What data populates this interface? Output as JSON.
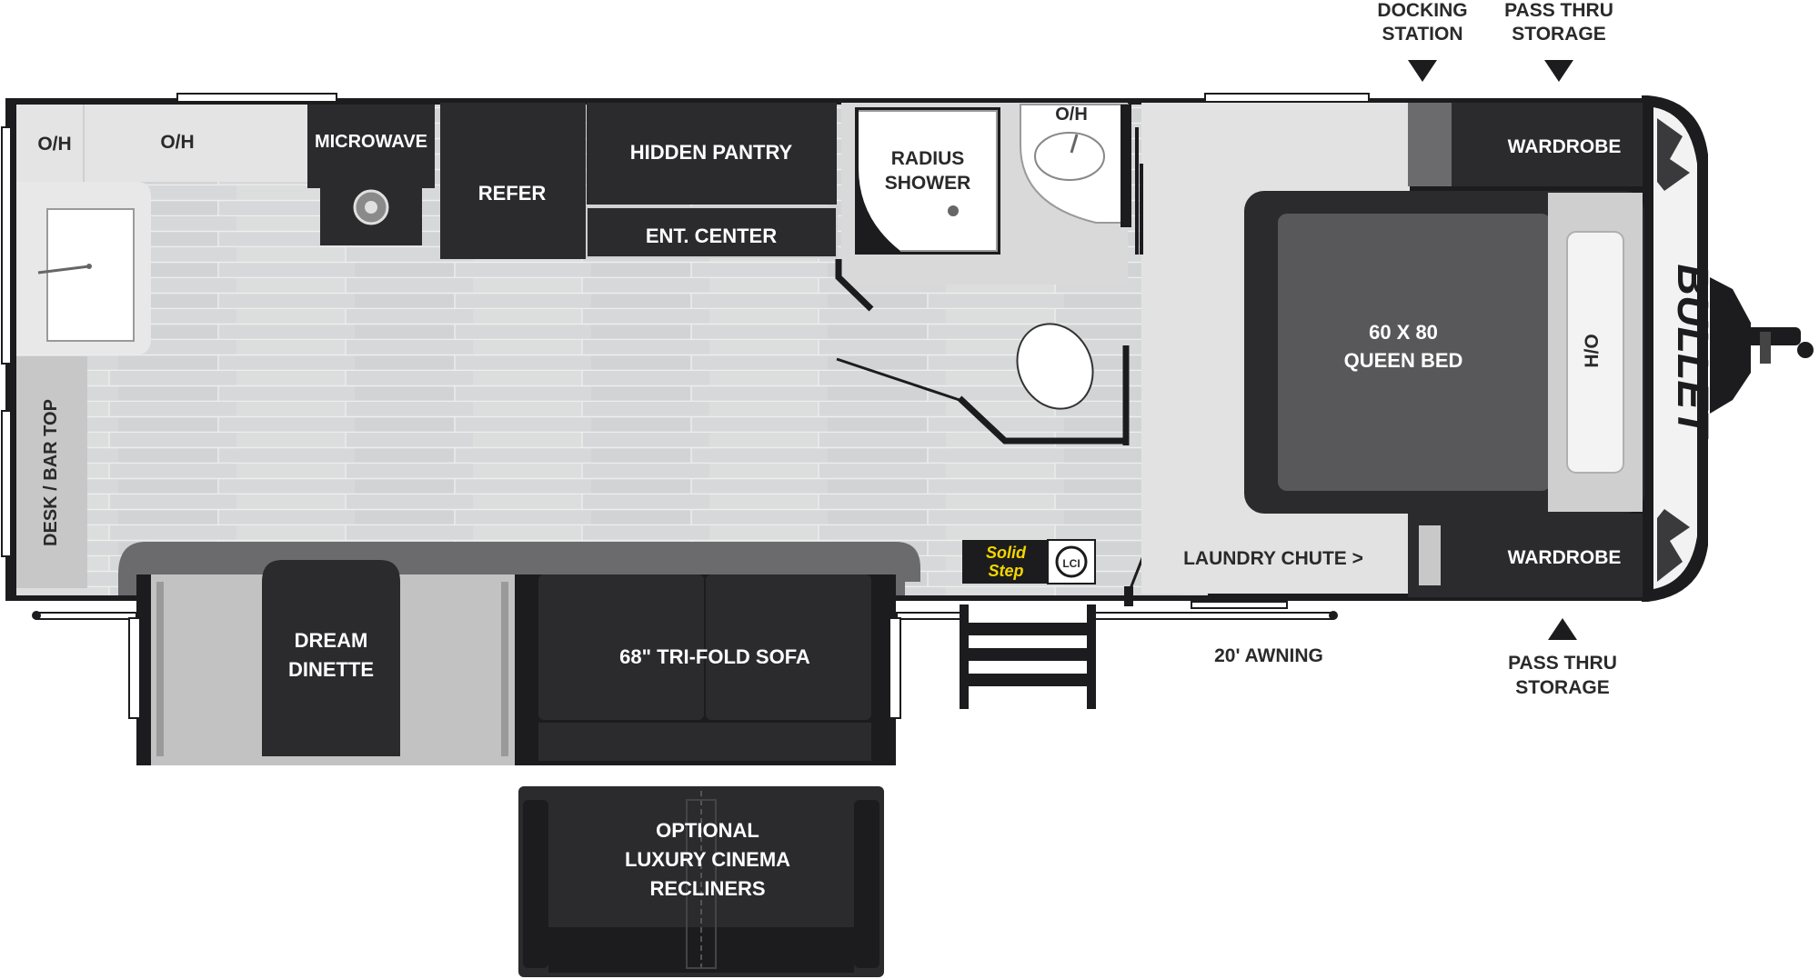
{
  "callouts": {
    "docking_station": [
      "DOCKING",
      "STATION"
    ],
    "pass_thru_top": [
      "PASS THRU",
      "STORAGE"
    ],
    "pass_thru_bottom": [
      "PASS THRU",
      "STORAGE"
    ],
    "awning": "20' AWNING"
  },
  "rooms": {
    "oh_left": "O/H",
    "oh_kitchen": "O/H",
    "microwave": "MICROWAVE",
    "refer": "REFER",
    "hidden_pantry": "HIDDEN PANTRY",
    "ent_center": "ENT. CENTER",
    "radius_shower": [
      "RADIUS",
      "SHOWER"
    ],
    "oh_bath": "O/H",
    "wardrobe_top": "WARDROBE",
    "wardrobe_bottom": "WARDROBE",
    "queen_bed": [
      "60 X 80",
      "QUEEN BED"
    ],
    "ho": "H/O",
    "desk_bar_top": "DESK / BAR TOP",
    "dream_dinette": [
      "DREAM",
      "DINETTE"
    ],
    "sofa": "68\" TRI-FOLD SOFA",
    "laundry_chute": "LAUNDRY CHUTE >",
    "recliners": [
      "OPTIONAL",
      "LUXURY CINEMA",
      "RECLINERS"
    ]
  },
  "brand": {
    "logo": "BULLET",
    "solid_step": [
      "Solid",
      "Step"
    ],
    "lci": "LCI"
  },
  "colors": {
    "wall": "#1c1c1e",
    "floor": "#d9dadb",
    "cabinet_dark": "#2b2a2c",
    "cabinet_gray": "#6b6b6d",
    "counter_light": "#e6e6e6"
  }
}
